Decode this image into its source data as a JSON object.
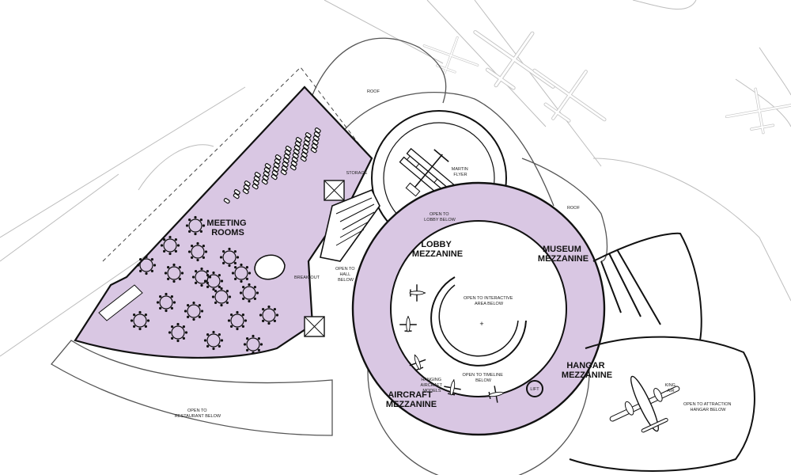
{
  "plan": {
    "colors": {
      "mezzanine_fill": "#d9c7e3",
      "wall": "#111111",
      "context_line": "#b8b8b8"
    },
    "labels": {
      "meeting_rooms": [
        "MEETING",
        "ROOMS"
      ],
      "lobby_mezzanine": [
        "LOBBY",
        "MEZZANINE"
      ],
      "museum_mezzanine": [
        "MUSEUM",
        "MEZZANINE"
      ],
      "hangar_mezzanine": [
        "HANGAR",
        "MEZZANINE"
      ],
      "aircraft_mezzanine": [
        "AIRCRAFT",
        "MEZZANINE"
      ],
      "roof_top": "ROOF",
      "roof_right": "ROOF",
      "storage": "STORAGE",
      "martin_flyer": [
        "MARTIN",
        "FLYER"
      ],
      "open_to_lobby": [
        "OPEN TO",
        "LOBBY BELOW"
      ],
      "open_to_hall": [
        "OPEN TO",
        "HALL",
        "BELOW"
      ],
      "break_out": "BREAK-OUT",
      "open_to_interactive": [
        "OPEN TO INTERACTIVE",
        "AREA BELOW"
      ],
      "hanging_models": [
        "HANGING",
        "AIRCRAFT",
        "MODELS"
      ],
      "open_to_timeline": [
        "OPEN TO TIMELINE",
        "BELOW"
      ],
      "lift": "LIFT",
      "king_air": [
        "KING",
        "AIR"
      ],
      "open_to_attraction": [
        "OPEN TO ATTRACTION",
        "HANGAR BELOW"
      ],
      "open_to_restaurant": [
        "OPEN TO",
        "RESTAURANT BELOW"
      ]
    }
  }
}
